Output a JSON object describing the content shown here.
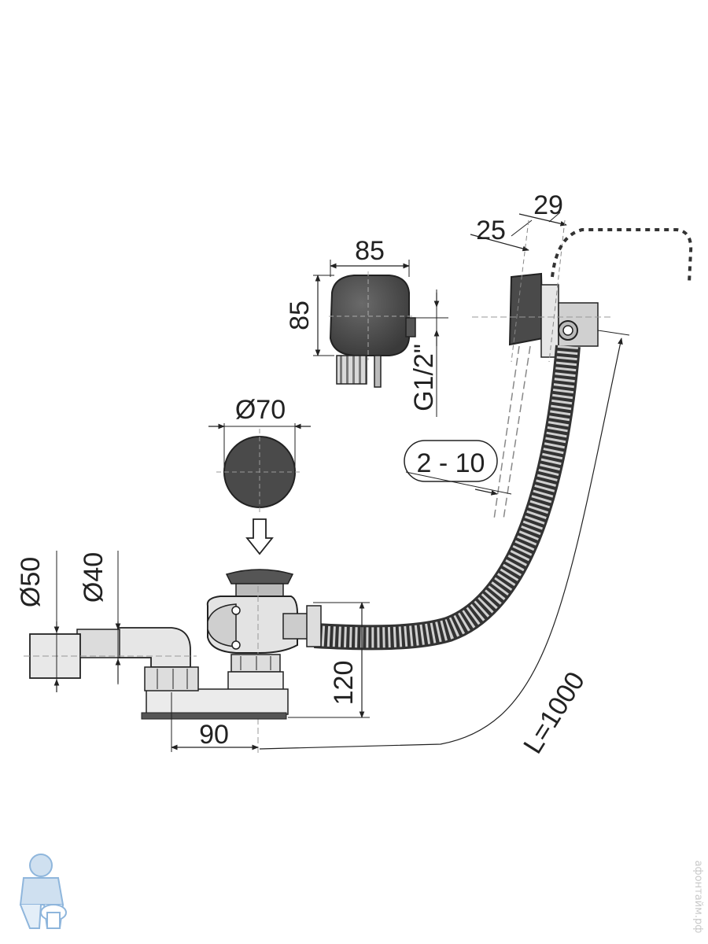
{
  "labels": {
    "cover_width": "85",
    "cover_height": "85",
    "thread": "G1/2\"",
    "plug_diameter": "Ø70",
    "wall_range": "2 - 10",
    "flange_inner": "25",
    "flange_outer": "29",
    "outlet_50": "Ø50",
    "outlet_40": "Ø40",
    "height": "120",
    "offset": "90",
    "length": "L=1000"
  },
  "watermark": "афонтайм.рф",
  "colors": {
    "line": "#222222",
    "dark_fill": "#4a4a4a",
    "metal": "#bdbdbd",
    "light": "#e6e6e6",
    "watermark": "#c9c9c9",
    "logo": "#8fb6dc"
  }
}
